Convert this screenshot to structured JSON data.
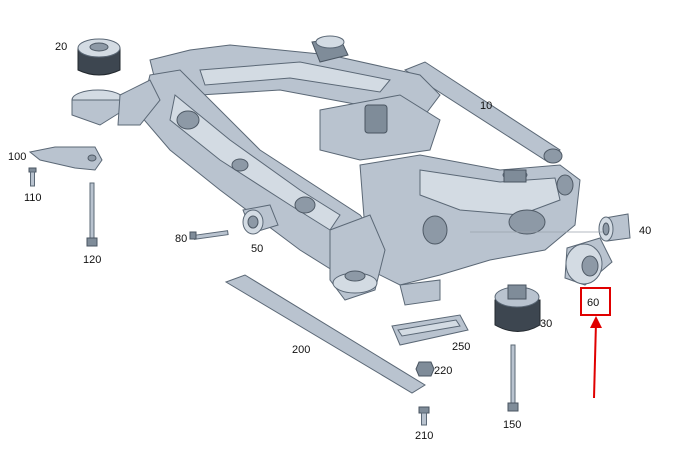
{
  "callouts": [
    {
      "id": "20",
      "label": "20"
    },
    {
      "id": "10",
      "label": "10"
    },
    {
      "id": "100",
      "label": "100"
    },
    {
      "id": "110",
      "label": "110"
    },
    {
      "id": "120",
      "label": "120"
    },
    {
      "id": "80",
      "label": "80"
    },
    {
      "id": "50",
      "label": "50"
    },
    {
      "id": "40",
      "label": "40"
    },
    {
      "id": "60",
      "label": "60"
    },
    {
      "id": "30",
      "label": "30"
    },
    {
      "id": "200",
      "label": "200"
    },
    {
      "id": "250",
      "label": "250"
    },
    {
      "id": "220",
      "label": "220"
    },
    {
      "id": "150",
      "label": "150"
    },
    {
      "id": "210",
      "label": "210"
    }
  ],
  "highlight": {
    "label_id": "60",
    "box_color": "#e00000",
    "arrow_color": "#e00000"
  }
}
